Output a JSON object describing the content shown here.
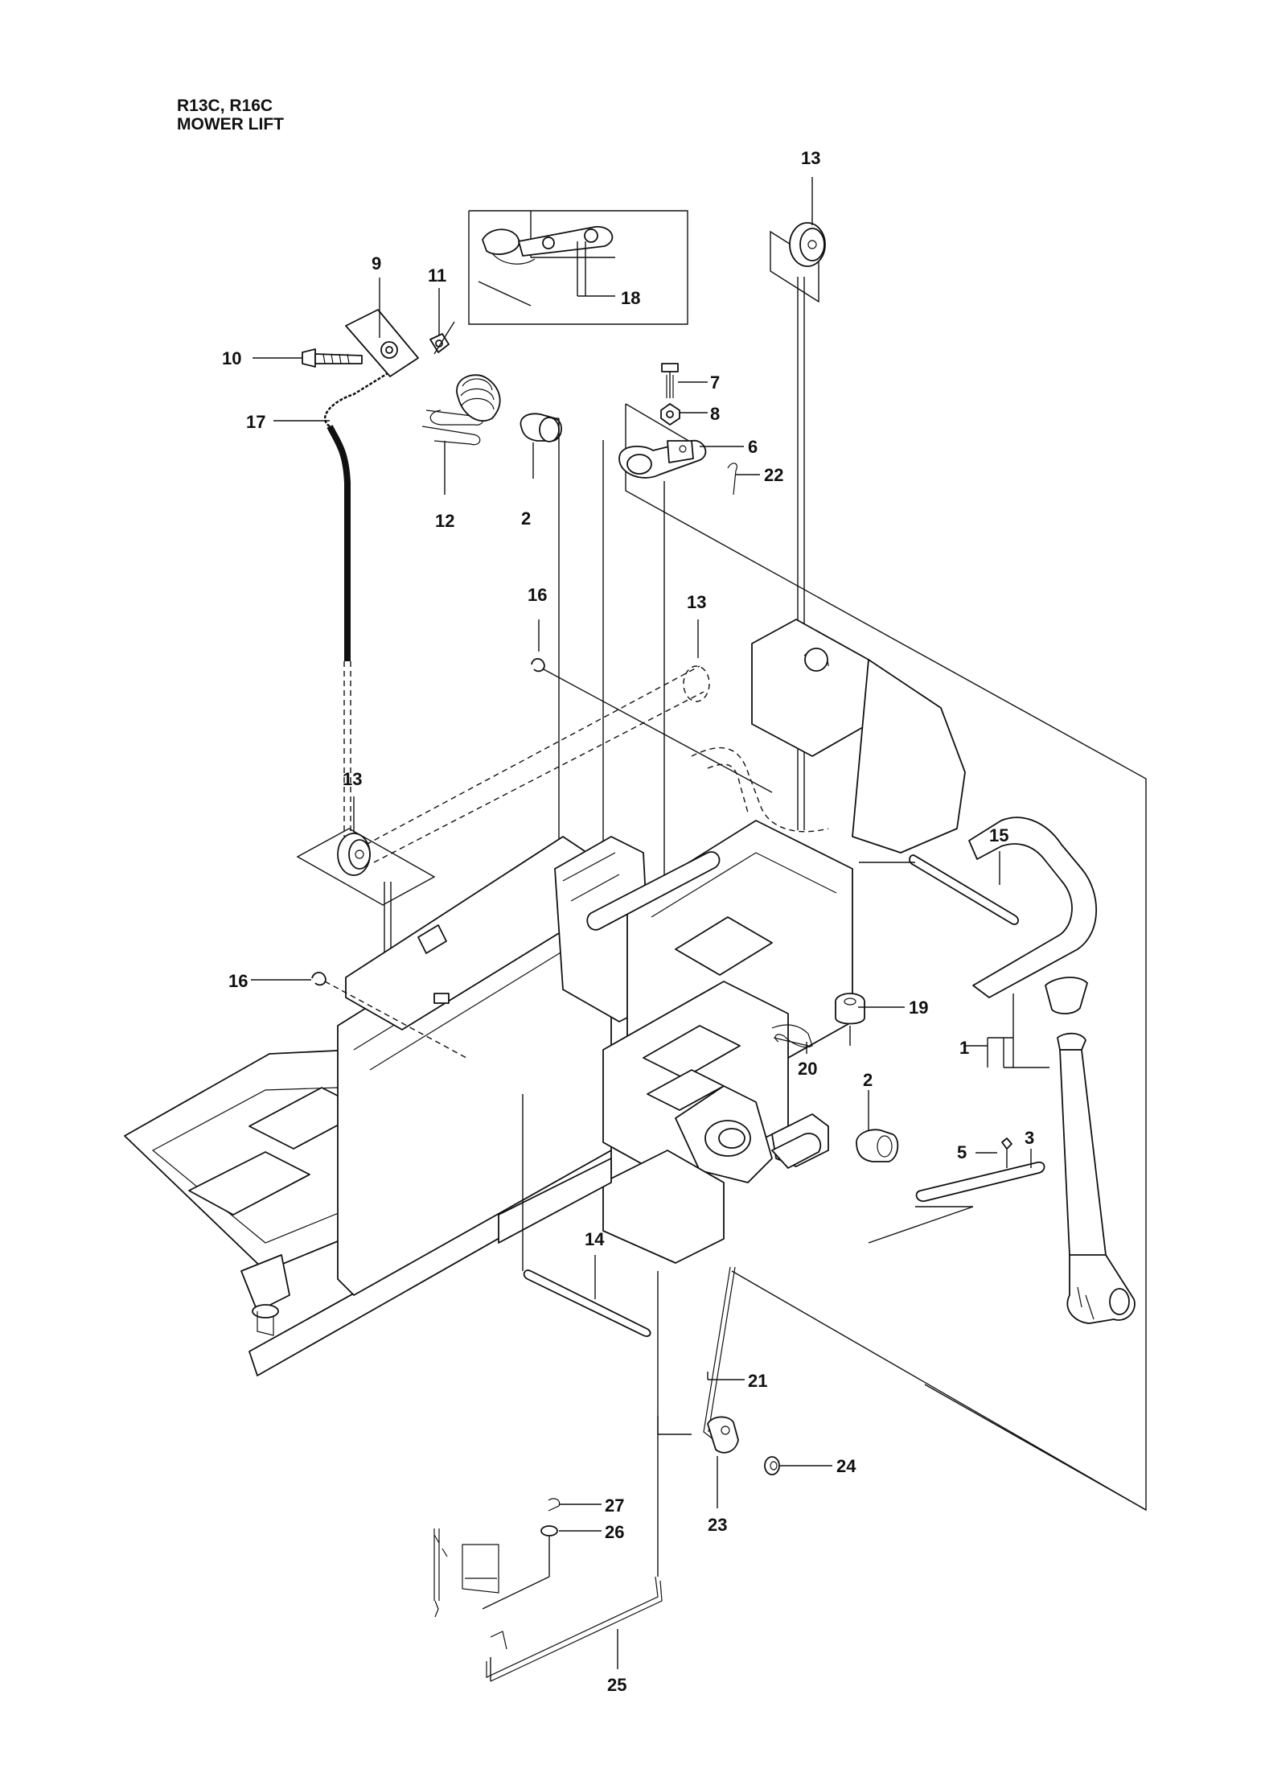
{
  "header": {
    "models": "R13C, R16C",
    "section": "MOWER LIFT"
  },
  "callouts": [
    {
      "id": "c1",
      "text": "1"
    },
    {
      "id": "c2a",
      "text": "2"
    },
    {
      "id": "c2b",
      "text": "2"
    },
    {
      "id": "c3",
      "text": "3"
    },
    {
      "id": "c5",
      "text": "5"
    },
    {
      "id": "c6",
      "text": "6"
    },
    {
      "id": "c7",
      "text": "7"
    },
    {
      "id": "c8",
      "text": "8"
    },
    {
      "id": "c9",
      "text": "9"
    },
    {
      "id": "c10",
      "text": "10"
    },
    {
      "id": "c11",
      "text": "11"
    },
    {
      "id": "c12",
      "text": "12"
    },
    {
      "id": "c13a",
      "text": "13"
    },
    {
      "id": "c13b",
      "text": "13"
    },
    {
      "id": "c13c",
      "text": "13"
    },
    {
      "id": "c14",
      "text": "14"
    },
    {
      "id": "c15",
      "text": "15"
    },
    {
      "id": "c16a",
      "text": "16"
    },
    {
      "id": "c16b",
      "text": "16"
    },
    {
      "id": "c17",
      "text": "17"
    },
    {
      "id": "c18",
      "text": "18"
    },
    {
      "id": "c19",
      "text": "19"
    },
    {
      "id": "c20",
      "text": "20"
    },
    {
      "id": "c21",
      "text": "21"
    },
    {
      "id": "c22",
      "text": "22"
    },
    {
      "id": "c23",
      "text": "23"
    },
    {
      "id": "c24",
      "text": "24"
    },
    {
      "id": "c25",
      "text": "25"
    },
    {
      "id": "c26",
      "text": "26"
    },
    {
      "id": "c27",
      "text": "27"
    }
  ]
}
